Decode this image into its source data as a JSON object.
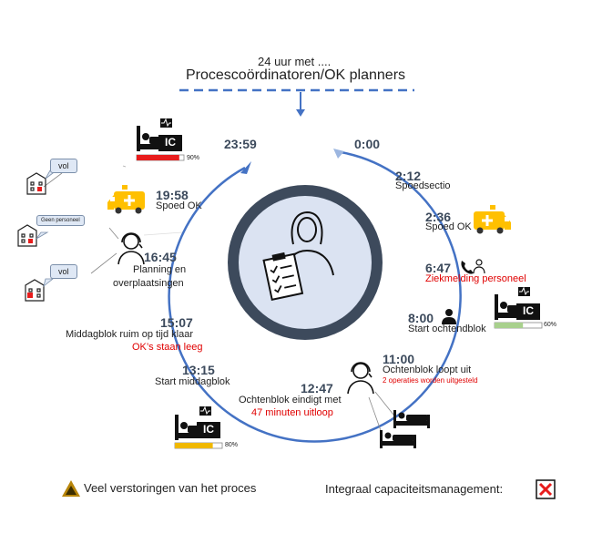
{
  "header": {
    "line1": "24 uur met ....",
    "line2": "Procescoördinatoren/OK planners"
  },
  "events": {
    "t0000": "0:00",
    "t0212": "2:12",
    "t0212_label": "Spoedsectio",
    "t0236": "2:36",
    "t0236_label": "Spoed OK",
    "t0647": "6:47",
    "t0647_label": "Ziekmelding personeel",
    "t0800": "8:00",
    "t0800_label": "Start ochtendblok",
    "t1100": "11:00",
    "t1100_label": "Ochtenblok loopt uit",
    "t1100_sub": "2 operaties worden uitgesteld",
    "t1247": "12:47",
    "t1247_label": "Ochtenblok eindigt met",
    "t1247_sub": "47 minuten uitloop",
    "t1315": "13:15",
    "t1315_label": "Start middagblok",
    "t1507": "15:07",
    "t1507_label": "Middagblok ruim op tijd klaar",
    "t1507_sub": "OK’s staan leeg",
    "t1645": "16:45",
    "t1645_label1": "Planning en",
    "t1645_label2": "overplaatsingen",
    "t1958": "19:58",
    "t1958_label": "Spoed OK",
    "t2359": "23:59"
  },
  "ic_units": {
    "top": {
      "label": "IC",
      "pct_text": "90%",
      "fill": 0.9,
      "color": "#e81c1c"
    },
    "right": {
      "label": "IC",
      "pct_text": "60%",
      "fill": 0.6,
      "color": "#a8d08d"
    },
    "bottom": {
      "label": "IC",
      "pct_text": "80%",
      "fill": 0.8,
      "color": "#f0b800"
    }
  },
  "bubbles": {
    "b1": "vol",
    "b2": "Geen personeel",
    "b3": "vol"
  },
  "footer": {
    "left": "Veel verstoringen van het proces",
    "right": "Integraal capaciteitsmanagement:"
  },
  "colors": {
    "circle": "#4472c4",
    "ring": "#3d4a5c",
    "inner": "#dbe3f2",
    "ambulance": "#ffc000",
    "warning": "#b8860b",
    "cross": "#e81c1c"
  }
}
